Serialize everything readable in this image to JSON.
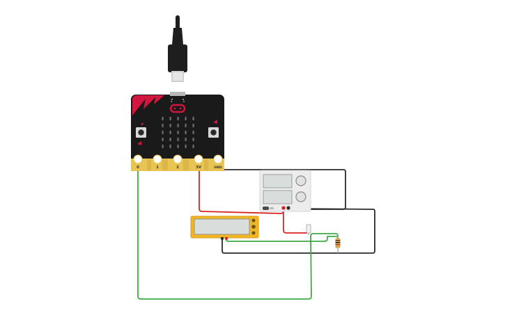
{
  "canvas": {
    "title": "",
    "background": "#ffffff"
  },
  "microbit": {
    "pins": [
      {
        "id": "0",
        "label": "0"
      },
      {
        "id": "1",
        "label": "1"
      },
      {
        "id": "2",
        "label": "2"
      },
      {
        "id": "3v",
        "label": "3V"
      },
      {
        "id": "gnd",
        "label": "GND"
      }
    ],
    "colors": {
      "board": "#1a1a1a",
      "accent": "#d3163f",
      "edge_gold": "#e8c452",
      "led_red": "#d3163f"
    }
  },
  "wires": {
    "colors": {
      "red": "#d6241e",
      "black": "#2a2a2a",
      "green": "#3fa845"
    }
  },
  "multimeter": {
    "body_color": "#f2b625",
    "display_color": "#d9dedc"
  },
  "power_supply": {
    "body_color": "#ececec"
  },
  "icons": [
    "usb-cable-icon",
    "microbit-board-icon",
    "power-supply-icon",
    "multimeter-icon",
    "resistor-icon"
  ]
}
